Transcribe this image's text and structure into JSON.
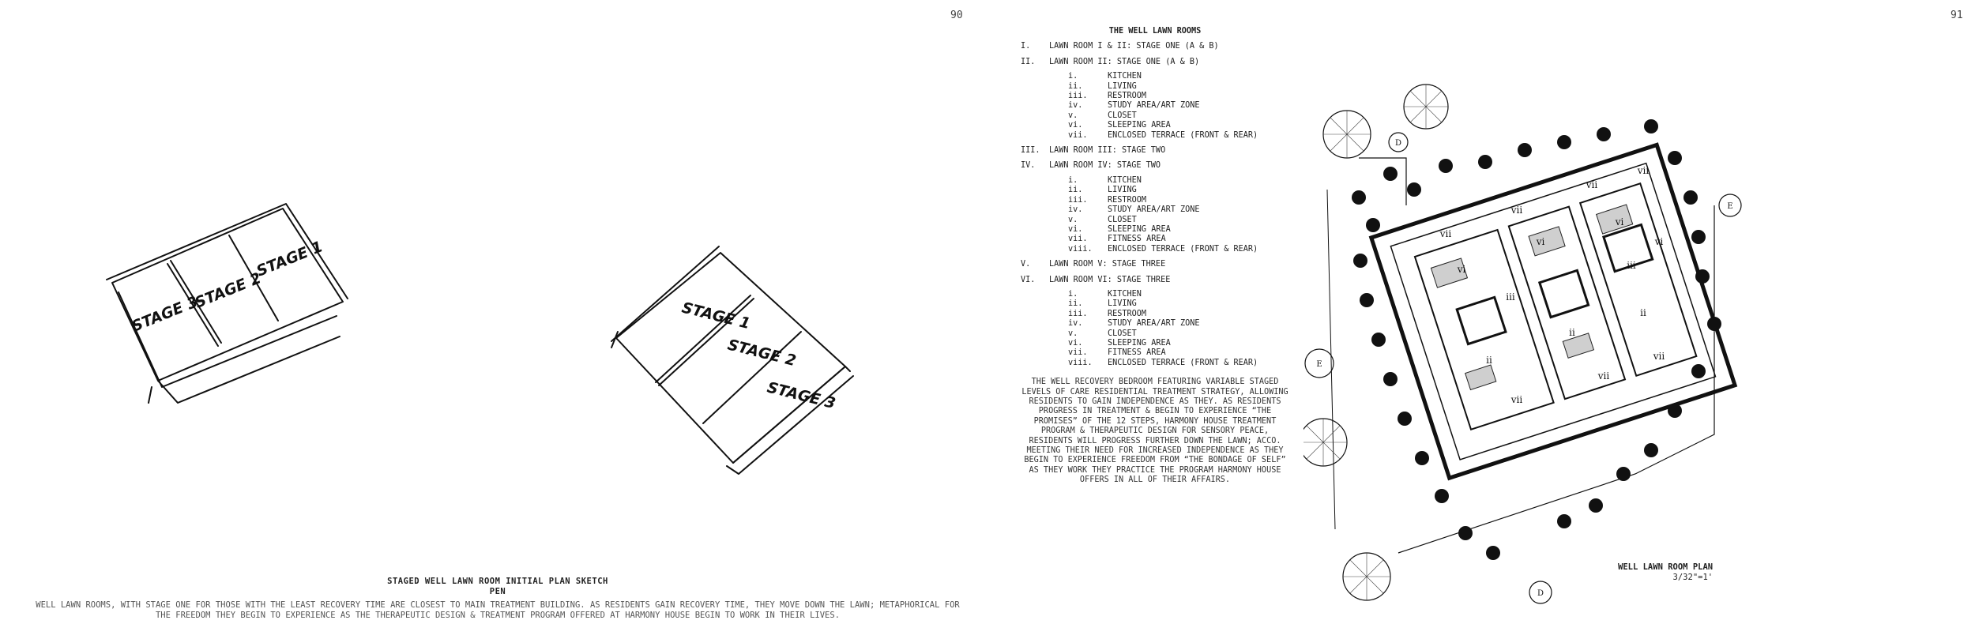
{
  "left_page": {
    "page_number": "90",
    "sketch_a": {
      "labels": [
        "STAGE 3",
        "STAGE 2",
        "STAGE 1"
      ]
    },
    "sketch_b": {
      "labels": [
        "STAGE 1",
        "STAGE 2",
        "STAGE 3"
      ]
    },
    "caption_title": "STAGED WELL LAWN ROOM INITIAL PLAN SKETCH",
    "caption_medium": "PEN",
    "caption_body": "WELL LAWN ROOMS, WITH STAGE ONE FOR THOSE WITH THE LEAST RECOVERY TIME ARE CLOSEST TO MAIN TREATMENT BUILDING. AS RESIDENTS GAIN RECOVERY TIME, THEY MOVE DOWN THE LAWN; METAPHORICAL FOR THE FREEDOM THEY BEGIN TO EXPERIENCE AS THE THERAPEUTIC DESIGN & TREATMENT PROGRAM OFFERED AT HARMONY HOUSE BEGIN TO WORK IN THEIR LIVES."
  },
  "right_page": {
    "page_number": "91",
    "heading": "THE WELL LAWN ROOMS",
    "items": [
      {
        "num": "I.",
        "text": "LAWN ROOM I & II: STAGE ONE (A & B)",
        "subs": []
      },
      {
        "num": "II.",
        "text": "LAWN ROOM II: STAGE ONE (A & B)",
        "subs": [
          [
            "i.",
            "KITCHEN"
          ],
          [
            "ii.",
            "LIVING"
          ],
          [
            "iii.",
            "RESTROOM"
          ],
          [
            "iv.",
            "STUDY AREA/ART ZONE"
          ],
          [
            "v.",
            "CLOSET"
          ],
          [
            "vi.",
            "SLEEPING AREA"
          ],
          [
            "vii.",
            "ENCLOSED TERRACE (FRONT & REAR)"
          ]
        ]
      },
      {
        "num": "III.",
        "text": "LAWN ROOM III: STAGE TWO",
        "subs": []
      },
      {
        "num": "IV.",
        "text": "LAWN ROOM IV: STAGE TWO",
        "subs": [
          [
            "i.",
            "KITCHEN"
          ],
          [
            "ii.",
            "LIVING"
          ],
          [
            "iii.",
            "RESTROOM"
          ],
          [
            "iv.",
            "STUDY AREA/ART ZONE"
          ],
          [
            "v.",
            "CLOSET"
          ],
          [
            "vi.",
            "SLEEPING AREA"
          ],
          [
            "vii.",
            "FITNESS AREA"
          ],
          [
            "viii.",
            "ENCLOSED TERRACE (FRONT & REAR)"
          ]
        ]
      },
      {
        "num": "V.",
        "text": "LAWN ROOM V: STAGE THREE",
        "subs": []
      },
      {
        "num": "VI.",
        "text": "LAWN ROOM VI: STAGE THREE",
        "subs": [
          [
            "i.",
            "KITCHEN"
          ],
          [
            "ii.",
            "LIVING"
          ],
          [
            "iii.",
            "RESTROOM"
          ],
          [
            "iv.",
            "STUDY AREA/ART ZONE"
          ],
          [
            "v.",
            "CLOSET"
          ],
          [
            "vi.",
            "SLEEPING AREA"
          ],
          [
            "vii.",
            "FITNESS AREA"
          ],
          [
            "viii.",
            "ENCLOSED TERRACE (FRONT & REAR)"
          ]
        ]
      }
    ],
    "paragraph": "THE WELL RECOVERY BEDROOM FEATURING VARIABLE STAGED LEVELS OF CARE RESIDENTIAL TREATMENT STRATEGY, ALLOWING RESIDENTS TO GAIN INDEPENDENCE AS THEY. AS RESIDENTS PROGRESS IN TREATMENT & BEGIN TO EXPERIENCE “THE PROMISES” OF THE 12 STEPS, HARMONY HOUSE TREATMENT PROGRAM & THERAPEUTIC DESIGN FOR SENSORY PEACE, RESIDENTS WILL PROGRESS FURTHER DOWN THE LAWN; ACCO. MEETING THEIR NEED FOR INCREASED INDEPENDENCE AS THEY BEGIN TO EXPERIENCE FREEDOM FROM “THE BONDAGE OF SELF” AS THEY WORK THEY PRACTICE THE PROGRAM HARMONY HOUSE OFFERS IN ALL OF THEIR AFFAIRS.",
    "plan": {
      "room_labels": [
        "vii",
        "vii",
        "vii",
        "vii",
        "vi",
        "vi",
        "vi",
        "vi",
        "iii",
        "iii",
        "ii",
        "ii",
        "ii",
        "vii",
        "vii",
        "vii"
      ],
      "markers": [
        "D",
        "E",
        "E",
        "D"
      ]
    },
    "plan_title": "WELL LAWN ROOM PLAN",
    "plan_scale": "3/32\"=1'"
  }
}
